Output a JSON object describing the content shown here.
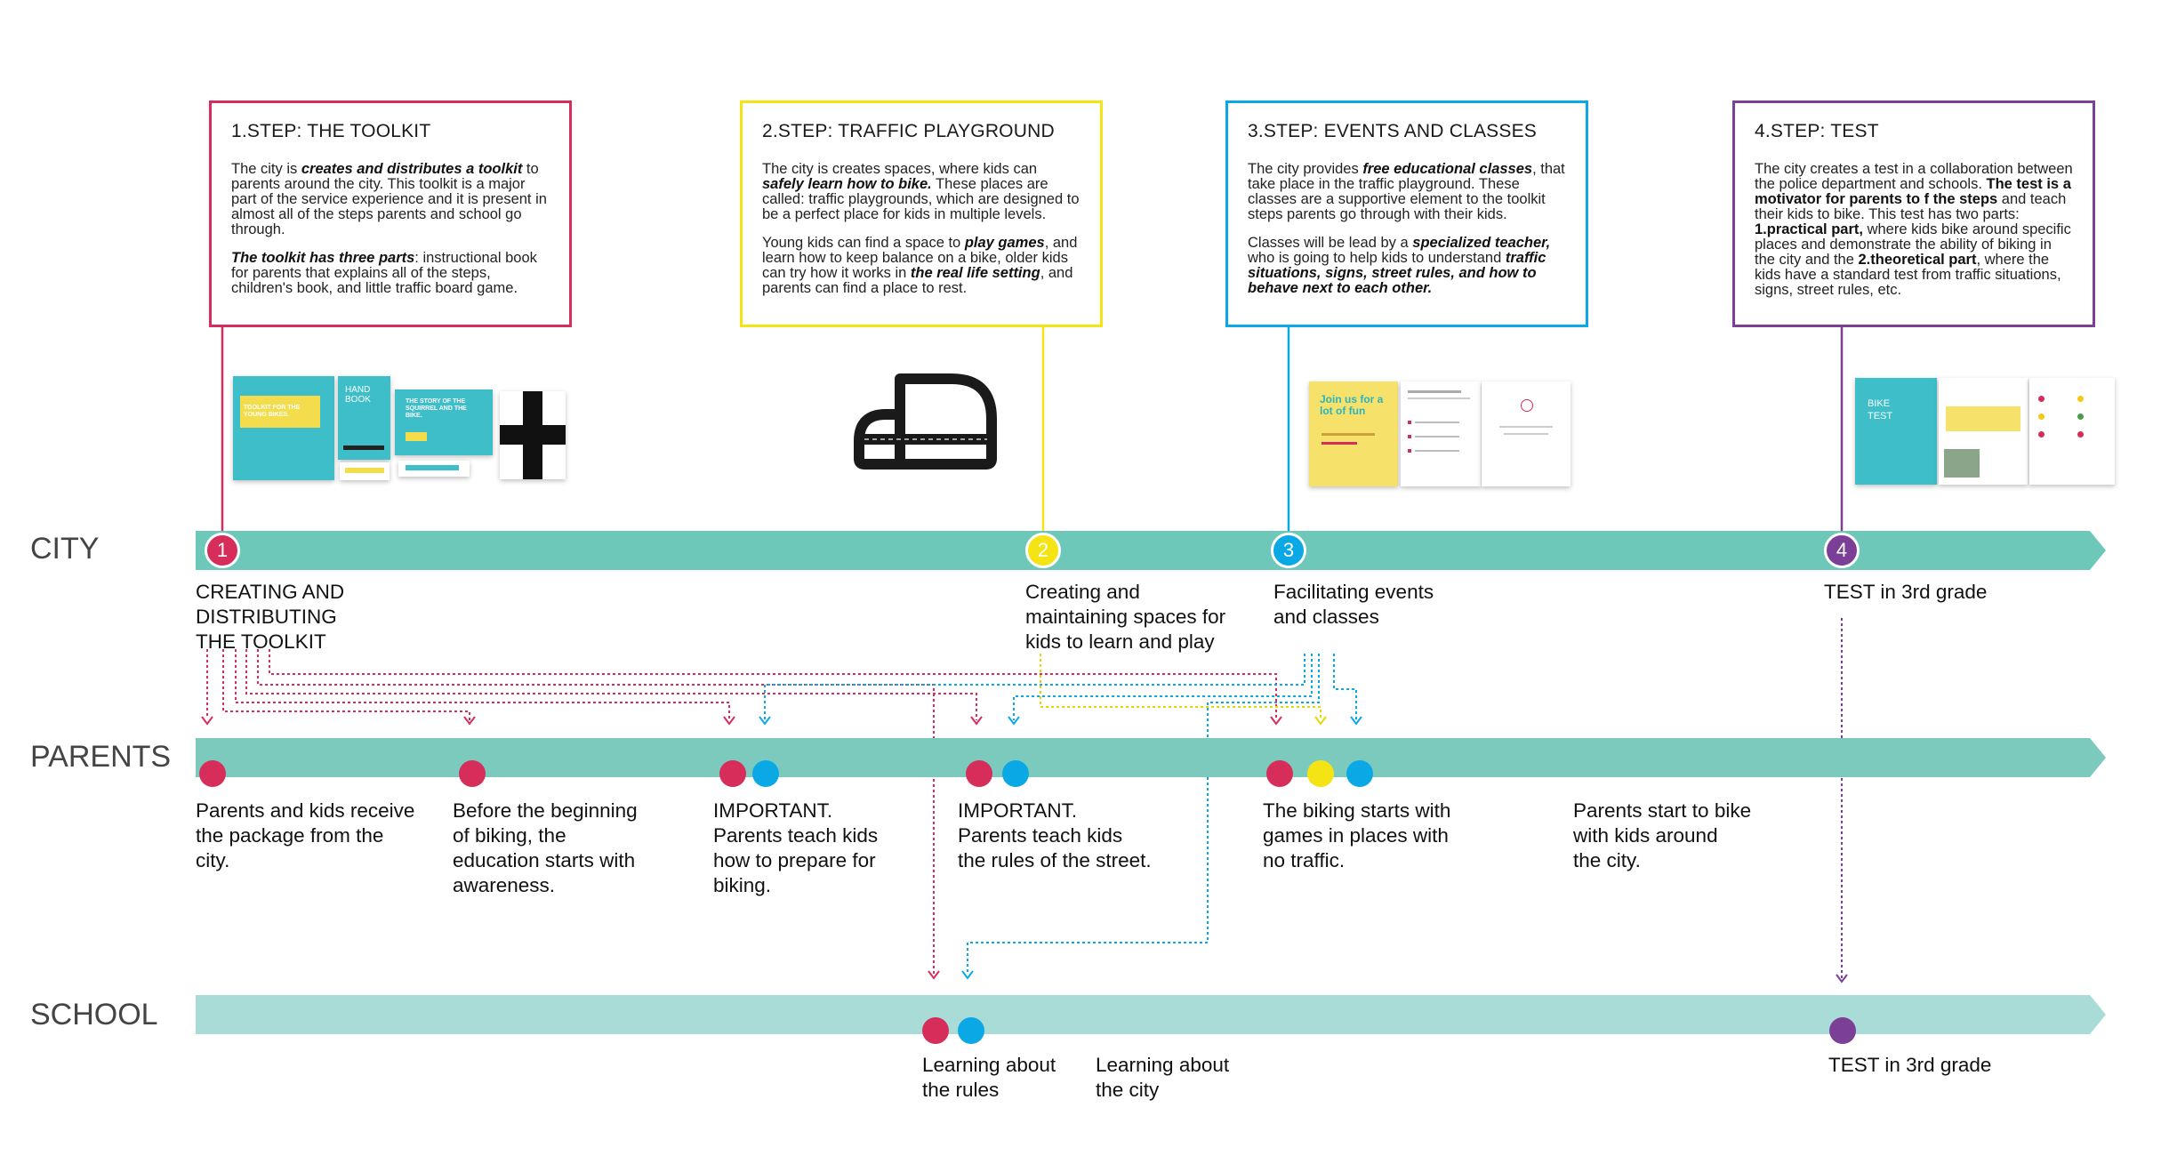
{
  "colors": {
    "red": "#d62d5b",
    "yellow": "#f5e414",
    "cyan": "#0aa9e6",
    "purple": "#7b3f98",
    "teal_city": "#6dc8b9",
    "teal_parents": "#7ccabe",
    "teal_school": "#a9dcd6"
  },
  "lanes": {
    "city": "CITY",
    "parents": "PARENTS",
    "school": "SCHOOL"
  },
  "steps": [
    {
      "title": "1.STEP: THE TOOLKIT",
      "p1_a": "The city is ",
      "p1_b": "creates and distributes a toolkit",
      "p1_c": " to parents around the city. This toolkit is a major part of the service experience and it is present in almost all of the steps parents and school go through.",
      "p2_a": "The toolkit has three parts",
      "p2_b": ": instructional book for parents that explains all of the steps, children's book, and little traffic board game."
    },
    {
      "title": "2.STEP: TRAFFIC PLAYGROUND",
      "p1_a": "The city is creates spaces, where kids can ",
      "p1_b": "safely learn how to bike.",
      "p1_c": " These places are called: traffic playgrounds, which are designed to be a perfect place for kids in multiple levels.",
      "p2_a": "Young kids can find a space to ",
      "p2_b": "play games",
      "p2_c": ", and learn how to keep balance on a bike, older kids can try how it works in ",
      "p2_d": "the real life setting",
      "p2_e": ", and parents can find a place to rest."
    },
    {
      "title": "3.STEP: EVENTS AND CLASSES",
      "p1_a": "The city provides ",
      "p1_b": "free educational classes",
      "p1_c": ", that take place in the traffic playground. These classes are a supportive element to the toolkit steps parents go through with their kids.",
      "p2_a": "Classes will be lead by a ",
      "p2_b": "specialized teacher,",
      "p2_c": " who is going to help kids to understand ",
      "p2_d": "traffic situations, signs, street rules, and how to behave next to each other."
    },
    {
      "title": "4.STEP: TEST",
      "p1_a": "The city creates a test in a collaboration between the police department and schools. ",
      "p1_b": "The test is a motivator for parents to f the steps",
      "p1_c": " and teach their kids to bike. This test has two parts: ",
      "p1_d": "1.practical part,",
      "p1_e": " where kids bike around specific places and demonstrate the ability of biking in the city and the ",
      "p1_f": "2.theoretical part",
      "p1_g": ", where the kids have a standard test from traffic situations, signs, street rules, etc."
    }
  ],
  "step_numbers": [
    "1",
    "2",
    "3",
    "4"
  ],
  "city_captions": {
    "c1": "CREATING AND\nDISTRIBUTING\nTHE TOOLKIT",
    "c2": "Creating and\nmaintaining spaces for\nkids to learn and play",
    "c3": "Facilitating events\nand classes",
    "c4": "TEST in 3rd grade"
  },
  "parents_captions": {
    "p1": "Parents and kids receive\nthe package from the\ncity.",
    "p2": "Before the beginning\nof biking, the\neducation starts with\nawareness.",
    "p3": "IMPORTANT.\nParents teach kids\nhow to prepare for\nbiking.",
    "p4": "IMPORTANT.\nParents teach kids\nthe rules of the street.",
    "p5": "The biking starts with\ngames in places with\nno traffic.",
    "p6": "Parents start to bike\nwith kids around\nthe city."
  },
  "school_captions": {
    "s1": "Learning about\nthe rules",
    "s2": "Learning about\nthe city",
    "s3": "TEST in 3rd grade"
  },
  "thumbs": {
    "toolkit_cover": "TOOLKIT FOR THE YOUNG BIKES.",
    "handbook": "HAND BOOK",
    "story": "THE STORY OF THE SQUIRREL AND THE BIKE.",
    "flyer_title": "Join us for a lot of fun",
    "bike_test": "BIKE TEST"
  }
}
